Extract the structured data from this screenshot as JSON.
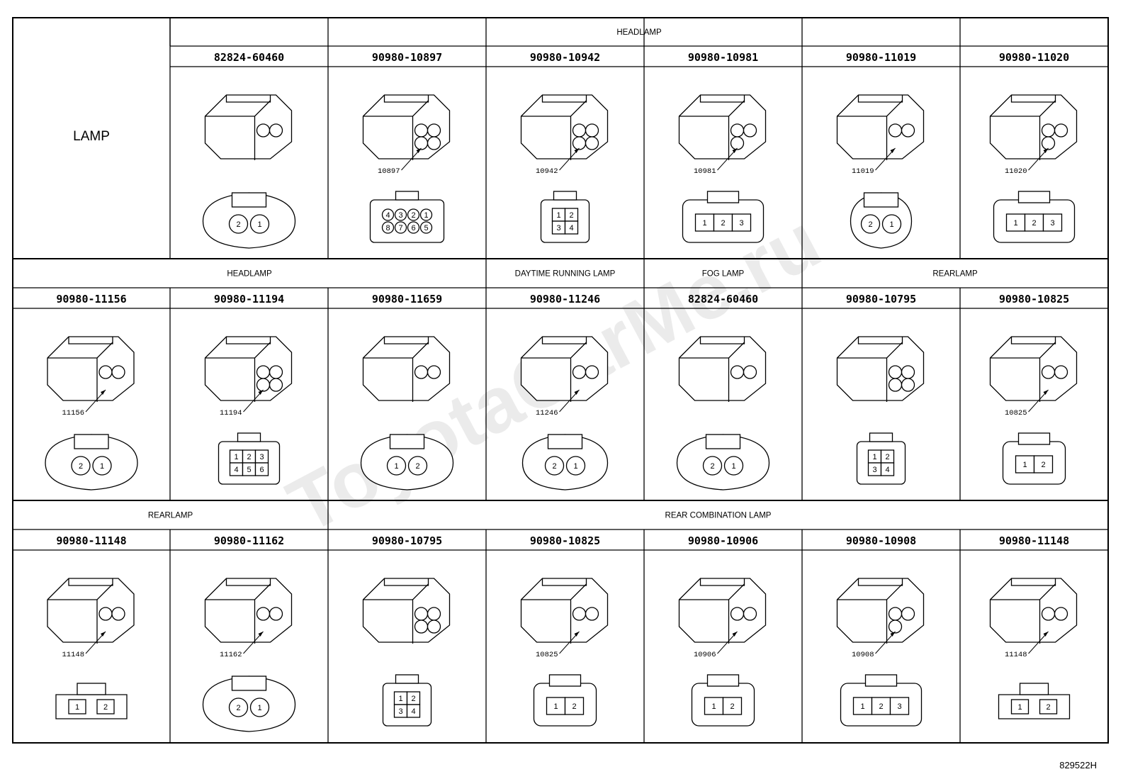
{
  "watermark": "ToyotaCarMe.ru",
  "figure_id": "829522H",
  "corner_label": "LAMP",
  "rows": [
    {
      "headers": [
        {
          "label": "HEADLAMP",
          "start": 1,
          "span": 6
        }
      ],
      "cells": [
        {
          "part": "",
          "pins": []
        },
        {
          "part": "82824-60460",
          "shape": "oval2",
          "callout": "",
          "pins": [
            "2",
            "1"
          ]
        },
        {
          "part": "90980-10897",
          "shape": "grid8",
          "callout": "10897",
          "pins": [
            "4",
            "3",
            "2",
            "1",
            "8",
            "7",
            "6",
            "5"
          ]
        },
        {
          "part": "90980-10942",
          "shape": "grid4",
          "callout": "10942",
          "pins": [
            "1",
            "2",
            "3",
            "4"
          ]
        },
        {
          "part": "90980-10981",
          "shape": "row3",
          "callout": "10981",
          "pins": [
            "1",
            "2",
            "3"
          ]
        },
        {
          "part": "90980-11019",
          "shape": "round2",
          "callout": "11019",
          "pins": [
            "2",
            "1"
          ]
        },
        {
          "part": "90980-11020",
          "shape": "row3",
          "callout": "11020",
          "pins": [
            "1",
            "2",
            "3"
          ]
        }
      ]
    },
    {
      "headers": [
        {
          "label": "HEADLAMP",
          "start": 0,
          "span": 3
        },
        {
          "label": "DAYTIME RUNNING LAMP",
          "start": 3,
          "span": 1
        },
        {
          "label": "FOG LAMP",
          "start": 4,
          "span": 1
        },
        {
          "label": "REARLAMP",
          "start": 5,
          "span": 2
        }
      ],
      "cells": [
        {
          "part": "90980-11156",
          "shape": "oval2",
          "callout": "11156",
          "pins": [
            "2",
            "1"
          ]
        },
        {
          "part": "90980-11194",
          "shape": "grid6",
          "callout": "11194",
          "pins": [
            "1",
            "2",
            "3",
            "4",
            "5",
            "6"
          ]
        },
        {
          "part": "90980-11659",
          "shape": "round2h",
          "callout": "",
          "pins": [
            "1",
            "2"
          ]
        },
        {
          "part": "90980-11246",
          "shape": "long2",
          "callout": "11246",
          "pins": [
            "2",
            "1"
          ]
        },
        {
          "part": "82824-60460",
          "shape": "oval2",
          "callout": "",
          "pins": [
            "2",
            "1"
          ]
        },
        {
          "part": "90980-10795",
          "shape": "grid4t",
          "callout": "",
          "pins": [
            "1",
            "2",
            "3",
            "4"
          ]
        },
        {
          "part": "90980-10825",
          "shape": "box2",
          "callout": "10825",
          "pins": [
            "1",
            "2"
          ]
        }
      ]
    },
    {
      "headers": [
        {
          "label": "REARLAMP",
          "start": 0,
          "span": 2
        },
        {
          "label": "REAR COMBINATION LAMP",
          "start": 2,
          "span": 5
        }
      ],
      "cells": [
        {
          "part": "90980-11148",
          "shape": "flat2",
          "callout": "11148",
          "pins": [
            "1",
            "2"
          ]
        },
        {
          "part": "90980-11162",
          "shape": "oval2",
          "callout": "11162",
          "pins": [
            "2",
            "1"
          ]
        },
        {
          "part": "90980-10795",
          "shape": "grid4t",
          "callout": "",
          "pins": [
            "1",
            "2",
            "3",
            "4"
          ]
        },
        {
          "part": "90980-10825",
          "shape": "box2",
          "callout": "10825",
          "pins": [
            "1",
            "2"
          ]
        },
        {
          "part": "90980-10906",
          "shape": "box2",
          "callout": "10906",
          "pins": [
            "1",
            "2"
          ]
        },
        {
          "part": "90980-10908",
          "shape": "box3",
          "callout": "10908",
          "pins": [
            "1",
            "2",
            "3"
          ]
        },
        {
          "part": "90980-11148",
          "shape": "flat2",
          "callout": "11148",
          "pins": [
            "1",
            "2"
          ]
        }
      ]
    }
  ]
}
